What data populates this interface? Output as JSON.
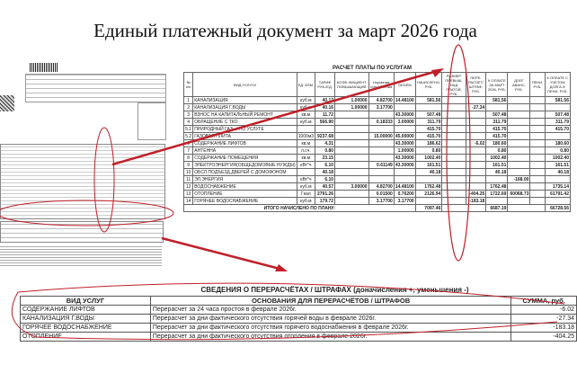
{
  "title": "Единый платежный документ за март 2026 года",
  "calc_table": {
    "title": "РАСЧЕТ ПЛАТЫ ПО УСЛУГАМ",
    "headers": [
      "№ п/п",
      "ВИД УСЛУГИ",
      "ЕД. ИЗМ.",
      "ТАРИФ РУБ./ЕД.",
      "КОЭФ-ФИЦИЕНТ ПОВЫШАЮЩИЙ",
      "Норматив потребления",
      "ОБЪЁМ",
      "НАЧИСЛЕНО, РУБ.",
      "РАЗМЕР ПРЕВЫШ. НАД ПЛАТОЙ, РУБ.",
      "ПЕРЕ-РАСЧЁТ/ ШТРАФ, РУБ.",
      "К ОПЛАТЕ ЗА МАРТ 2026, РУБ.",
      "ДОЛГ АВАНС, РУБ.",
      "ПЕНИ, РУБ.",
      "К ОПЛАТЕ С УЧЕТОМ ДОЛГА И ПЕНИ, РУБ."
    ],
    "rows": [
      [
        "1",
        "КАНАЛИЗАЦИЯ",
        "куб.м",
        "40.17",
        "1.00000",
        "4.82700",
        "14.48100",
        "581.56",
        "",
        "",
        "581.56",
        "",
        "",
        "581.56"
      ],
      [
        "2",
        "КАНАЛИЗАЦИЯ Г.ВОДЫ",
        "куб.м",
        "40.16",
        "1.00000",
        "3.17700",
        "",
        "",
        "",
        "-27.34",
        "",
        "",
        "",
        ""
      ],
      [
        "3",
        "ВЗНОС НА КАПИТАЛЬНЫЙ РЕМОНТ",
        "кв.м",
        "11.72",
        "",
        "",
        "43.30000",
        "507.48",
        "",
        "",
        "507.48",
        "",
        "",
        "507.48"
      ],
      [
        "4",
        "ОБРАЩЕНИЕ С ТКО",
        "куб.м",
        "566.90",
        "",
        "0.18333",
        "3.00000",
        "311.79",
        "",
        "",
        "311.79",
        "",
        "",
        "311.79"
      ],
      [
        "5.1",
        "ПРИРОДНЫЙ ГАЗ ... ПО УСЛУГЕ",
        "",
        "",
        "",
        "",
        "",
        "415.70",
        "",
        "",
        "415.70",
        "",
        "",
        "415.70"
      ],
      [
        "5.2",
        "ГАЗОВАЯ ПЛИТА",
        "1000м3",
        "9237.68",
        "",
        "15.00000",
        "45.00000",
        "415.70",
        "",
        "",
        "415.70",
        "",
        "",
        ""
      ],
      [
        "6",
        "СОДЕРЖАНИЕ ЛИФТОВ",
        "кв.м",
        "4.31",
        "",
        "",
        "43.30000",
        "186.62",
        "",
        "-6.02",
        "180.60",
        "",
        "",
        "180.60"
      ],
      [
        "7",
        "АНТЕННА",
        "л.сч.",
        "0.80",
        "",
        "",
        "1.00000",
        "0.80",
        "",
        "",
        "0.80",
        "",
        "",
        "0.80"
      ],
      [
        "8",
        "СОДЕРЖАНИЕ ПОМЕЩЕНИЯ",
        "кв.м",
        "23.15",
        "",
        "",
        "43.30000",
        "1002.40",
        "",
        "",
        "1002.40",
        "",
        "",
        "1002.40"
      ],
      [
        "9",
        "ЭЛЕКТРОЭНЕРГИЯ(ОБЩЕДОМОВЫЕ НУЖДЫ)",
        "кВт*ч",
        "6.10",
        "",
        "0.61149",
        "43.30000",
        "161.51",
        "",
        "",
        "161.51",
        "",
        "",
        "161.51"
      ],
      [
        "10",
        "ОБСЛ.ПОДЪЕЗД.ДВЕРЕЙ С ДОМОФОНОМ",
        "",
        "40.18",
        "",
        "",
        "",
        "40.18",
        "",
        "",
        "40.18",
        "",
        "",
        "40.18"
      ],
      [
        "11",
        "ЭЛ.ЭНЕРГИЯ",
        "кВт*ч",
        "6.10",
        "",
        "",
        "",
        "",
        "",
        "",
        "",
        "-168.00",
        "",
        ""
      ],
      [
        "12",
        "ВОДОСНАБЖЕНИЕ",
        "куб.м",
        "40.57",
        "3.00000",
        "4.82700",
        "14.48100",
        "1762.48",
        "",
        "",
        "1762.48",
        "",
        "",
        "1735.14"
      ],
      [
        "13",
        "ОТОПЛЕНИЕ",
        "Гкал",
        "2791.26",
        "",
        "0.01500",
        "0.76200",
        "2126.94",
        "",
        "-404.25",
        "1722.69",
        "60068.73",
        "",
        "61791.42"
      ],
      [
        "14",
        "ГОРЯЧЕЕ ВОДОСНАБЖЕНИЕ",
        "куб.м",
        "179.72",
        "",
        "3.17700",
        "3.17700",
        "",
        "",
        "-183.18",
        "",
        "",
        "",
        ""
      ]
    ],
    "total": {
      "label": "ИТОГО НАЧИСЛЕНО ПО ПЛАНУ:",
      "accrued": "7097.46",
      "to_pay": "6687.19",
      "to_pay_total": "66728.56"
    }
  },
  "recalc_table": {
    "title": "СВЕДЕНИЯ О ПЕРЕРАСЧЁТАХ / ШТРАФАХ (доначисления +, уменьшения -)",
    "headers": [
      "ВИД УСЛУГ",
      "ОСНОВАНИЯ ДЛЯ ПЕРЕРАСЧЁТОВ / ШТРАФОВ",
      "СУММА, руб."
    ],
    "rows": [
      [
        "СОДЕРЖАНИЕ ЛИФТОВ",
        "Перерасчет за 24 часа простоя в феврале 2026г.",
        "-6.02"
      ],
      [
        "КАНАЛИЗАЦИЯ Г.ВОДЫ",
        "Перерасчет за дни фактического отсутствия горячей воды в феврале 2026г.",
        "-27.34"
      ],
      [
        "ГОРЯЧЕЕ ВОДОСНАБЖЕНИЕ",
        "Перерасчет за дни фактического отсутствия горячего водоснабжения в феврале 2026г.",
        "-183.18"
      ],
      [
        "ОТОПЛЕНИЕ",
        "Перерасчет за дни фактического отсутствия отопления в феврале 2026г.",
        "-404.25"
      ]
    ]
  },
  "annotation_color": "#c0202a"
}
